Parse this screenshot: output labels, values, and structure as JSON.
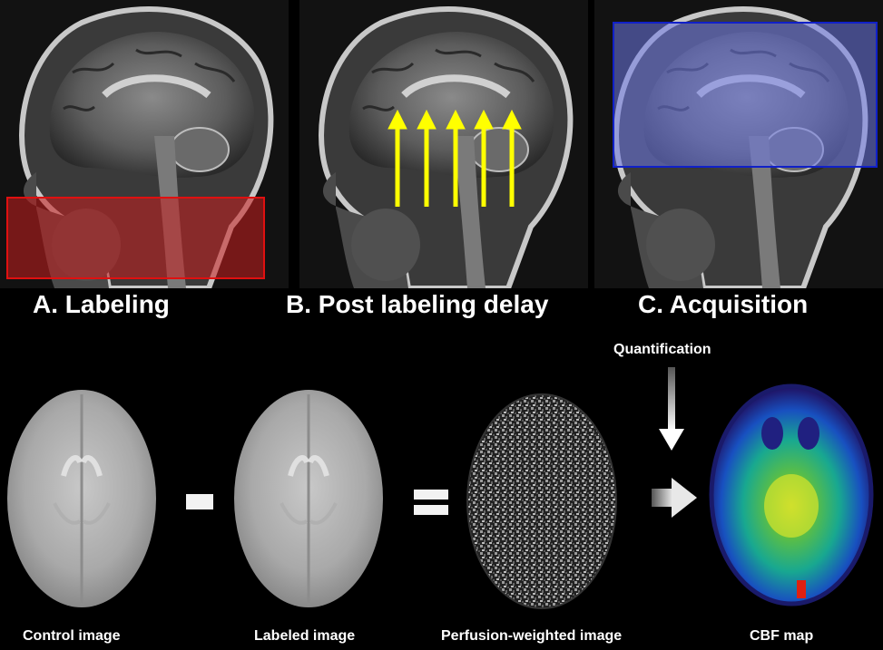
{
  "top_panels": [
    {
      "label": "A. Labeling"
    },
    {
      "label": "B. Post labeling delay"
    },
    {
      "label": "C. Acquisition"
    }
  ],
  "bottom": {
    "quantification_label": "Quantification",
    "captions": [
      "Control image",
      "Labeled image",
      "Perfusion-weighted image",
      "CBF map"
    ]
  },
  "colors": {
    "label_box": "#e01010",
    "arrows": "#ffff00",
    "acquisition_box": "#1020c8"
  },
  "icons": [
    "minus-icon",
    "equals-icon",
    "arrow-down-icon",
    "arrow-right-icon"
  ]
}
